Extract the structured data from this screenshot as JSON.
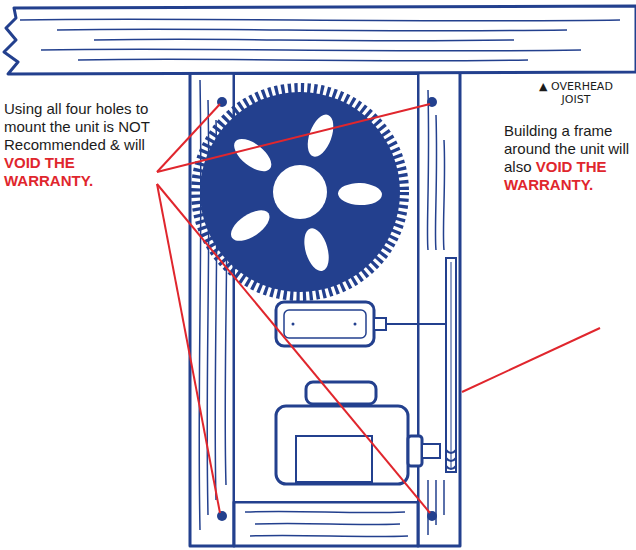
{
  "diagram": {
    "labels": [
      "Using all four holes to mount the unit is NOT Recommended & will",
      "VOID THE WARRANTY.",
      "▲ OVERHEAD JOIST",
      "Building a frame around the unit will also",
      "VOID THE WARRANTY."
    ]
  }
}
